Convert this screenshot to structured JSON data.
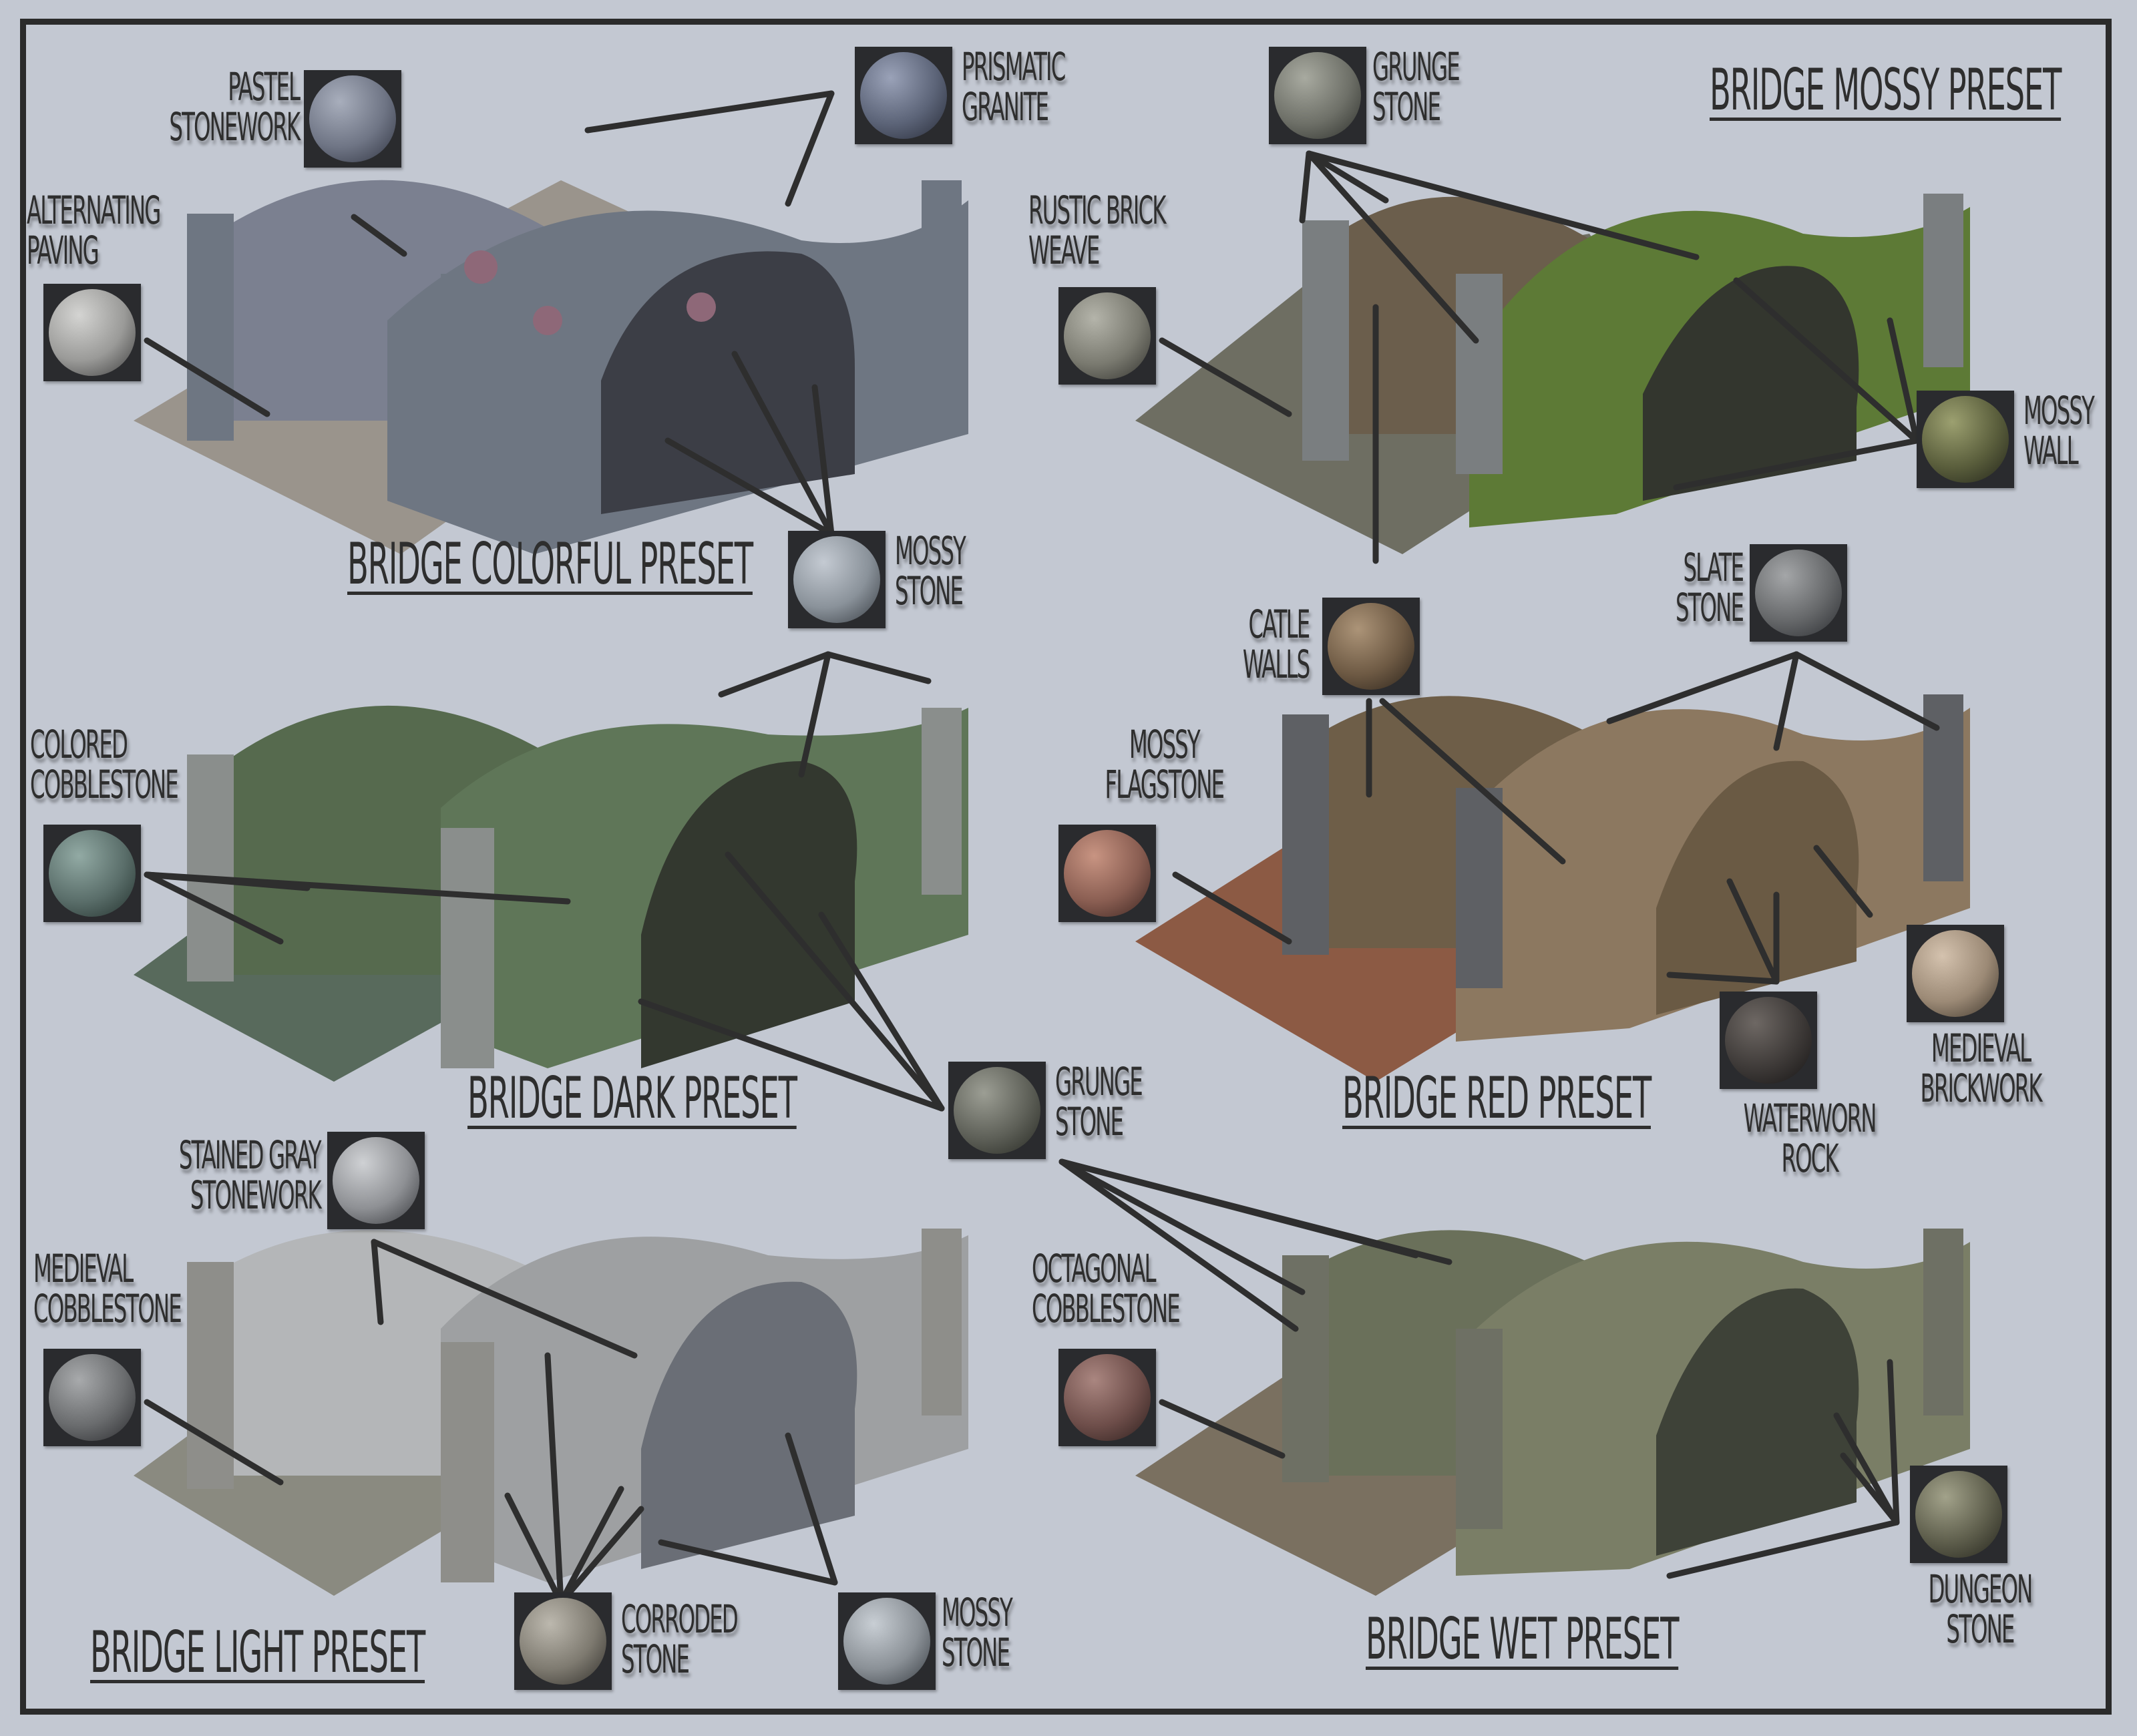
{
  "colors": {
    "background": "#c3c8d2",
    "border": "#2b2b2b",
    "text": "#2e2e2e",
    "line": "#2e2e2e"
  },
  "presets": [
    {
      "title": "Bridge Colorful Preset",
      "palette": {
        "wall": "#7b8090",
        "accent": "#8e6878",
        "deck": "#9a948c",
        "trim": "#6e7682"
      }
    },
    {
      "title": "Bridge Mossy Preset",
      "palette": {
        "wall": "#6b5e4c",
        "accent": "#5d7a36",
        "deck": "#6e6e62",
        "trim": "#7a7e80"
      }
    },
    {
      "title": "Bridge Dark Preset",
      "palette": {
        "wall": "#566a4e",
        "accent": "#5f7658",
        "deck": "#586a5c",
        "trim": "#8a8e8c"
      }
    },
    {
      "title": "Bridge Red Preset",
      "palette": {
        "wall": "#6e5e48",
        "accent": "#8c7860",
        "deck": "#8c5a44",
        "trim": "#5e6064"
      }
    },
    {
      "title": "Bridge Light Preset",
      "palette": {
        "wall": "#b4b6b8",
        "accent": "#9ea0a2",
        "deck": "#8a8a80",
        "trim": "#8e8e8a"
      }
    },
    {
      "title": "Bridge Wet Preset",
      "palette": {
        "wall": "#6a705a",
        "accent": "#7a7e66",
        "deck": "#7a7060",
        "trim": "#6e7064"
      }
    }
  ],
  "materials": [
    {
      "label": "Pastel\nStonework",
      "color": "#6f7585"
    },
    {
      "label": "Prismatic\nGranite",
      "color": "#5c6478"
    },
    {
      "label": "Alternating\nPaving",
      "color": "#9a9a98"
    },
    {
      "label": "Mossy\nStone",
      "color": "#8a929a"
    },
    {
      "label": "Grunge\nStone",
      "color": "#6e7068"
    },
    {
      "label": "Rustic Brick\nWeave",
      "color": "#7a7a70"
    },
    {
      "label": "Mossy\nWall",
      "color": "#5a5e3c"
    },
    {
      "label": "Catle\nWalls",
      "color": "#6e5a44"
    },
    {
      "label": "Slate\nStone",
      "color": "#66686a"
    },
    {
      "label": "Colored\nCobblestone",
      "color": "#5a6e6a"
    },
    {
      "label": "Mossy\nFlagstone",
      "color": "#8a5e52"
    },
    {
      "label": "Grunge\nStone",
      "color": "#5e6058"
    },
    {
      "label": "Waterworn\nRock",
      "color": "#3e3a38"
    },
    {
      "label": "Medieval\nBrickwork",
      "color": "#9c8a76"
    },
    {
      "label": "Stained Gray\nStonework",
      "color": "#8e9094"
    },
    {
      "label": "Medieval\nCobblestone",
      "color": "#6a6c6e"
    },
    {
      "label": "Octagonal\nCobblestone",
      "color": "#6e4e4a"
    },
    {
      "label": "Corroded\nStone",
      "color": "#7e7a70"
    },
    {
      "label": "Mossy\nStone",
      "color": "#8a9096"
    },
    {
      "label": "Dungeon\nStone",
      "color": "#5e5e4c"
    }
  ]
}
